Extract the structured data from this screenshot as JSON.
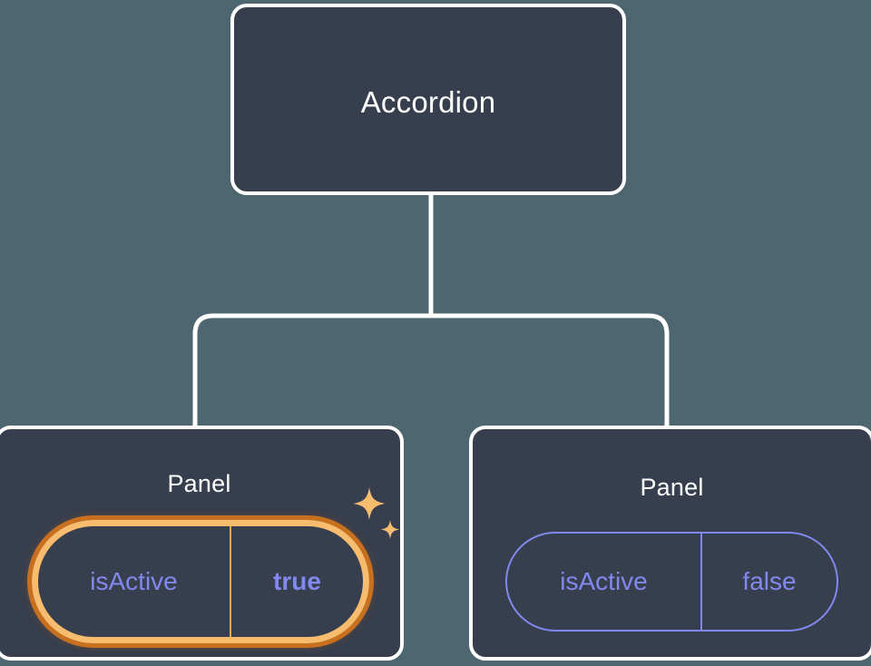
{
  "diagram": {
    "type": "component-tree",
    "background_color": "#4e6670",
    "card_fill_color": "#373e4d",
    "card_border_color": "#ffffff",
    "connector_color": "#ffffff",
    "accent_prop_color": "#8289ee",
    "highlight_inner_color": "#f7bc6d",
    "highlight_outer_color": "#c9701f",
    "root": {
      "label": "Accordion"
    },
    "children": [
      {
        "label": "Panel",
        "prop": {
          "key": "isActive",
          "value": "true",
          "state": "highlighted",
          "value_bold": true
        },
        "decoration": "sparkles-icon"
      },
      {
        "label": "Panel",
        "prop": {
          "key": "isActive",
          "value": "false",
          "state": "default",
          "value_bold": false
        },
        "decoration": null
      }
    ]
  }
}
